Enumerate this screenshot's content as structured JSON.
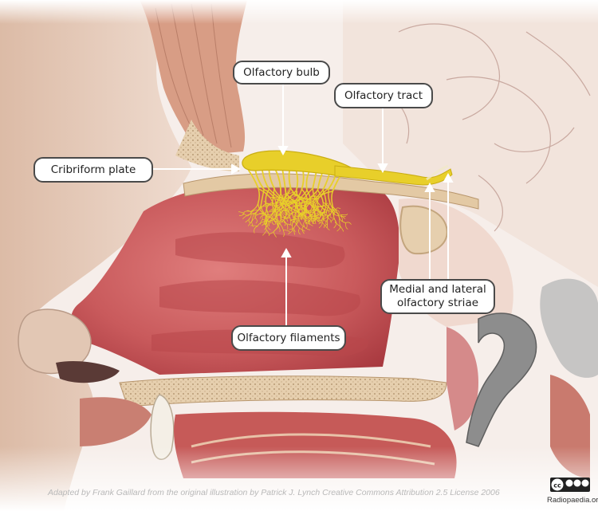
{
  "labels": {
    "olfactory_bulb": "Olfactory bulb",
    "olfactory_tract": "Olfactory tract",
    "cribriform_plate": "Cribriform plate",
    "striae_line1": "Medial and lateral",
    "striae_line2": "olfactory striae",
    "olfactory_filaments": "Olfactory filaments"
  },
  "footer": {
    "credit": "Adapted by Frank Gaillard from the original illustration by Patrick J. Lynch Creative Commons Attribution 2.5 License 2006",
    "site": "Radiopaedia.org",
    "license_badge": "cc BY NC SA"
  },
  "colors": {
    "nerve": "#e8cf2a",
    "mucosa": "#c8575a",
    "bone": "#e9d4b6",
    "skin": "#e6cfc0",
    "brain": "#f1e1d8"
  }
}
